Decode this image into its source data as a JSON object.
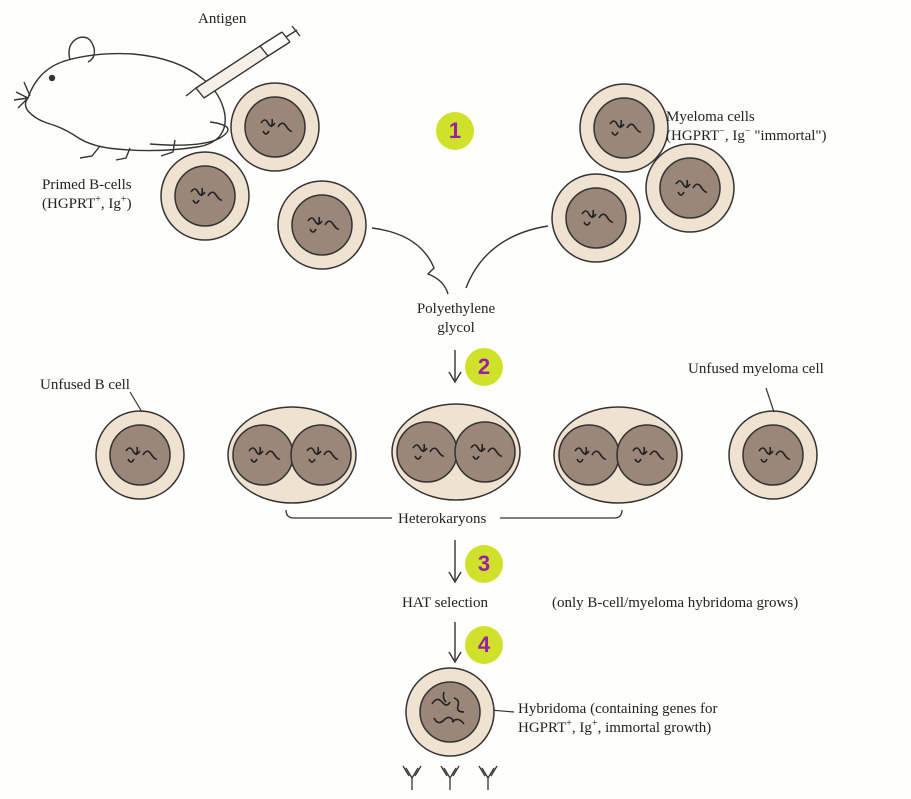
{
  "labels": {
    "antigen": "Antigen",
    "primed_b_cells_line1": "Primed B-cells",
    "primed_b_cells_line2_a": "(HGPRT",
    "primed_b_cells_sup1": "+",
    "primed_b_cells_line2_b": ", Ig",
    "primed_b_cells_sup2": "+",
    "primed_b_cells_line2_c": ")",
    "myeloma_line1": "Myeloma cells",
    "myeloma_line2_a": "(HGPRT",
    "myeloma_sup1": "−",
    "myeloma_line2_b": ", Ig",
    "myeloma_sup2": "−",
    "myeloma_line2_c": " \"immortal\")",
    "peg_line1": "Polyethylene",
    "peg_line2": "glycol",
    "unfused_b_cell": "Unfused B cell",
    "unfused_myeloma_cell": "Unfused myeloma cell",
    "heterokaryons": "Heterokaryons",
    "hat_selection": "HAT selection",
    "hat_note": "(only B-cell/myeloma hybridoma grows)",
    "hybridoma_line1": "Hybridoma (containing genes for",
    "hybridoma_line2_a": "HGPRT",
    "hybridoma_sup1": "+",
    "hybridoma_line2_b": ", Ig",
    "hybridoma_sup2": "+",
    "hybridoma_line2_c": ", immortal growth)"
  },
  "steps": [
    "1",
    "2",
    "3",
    "4"
  ],
  "colors": {
    "step_badge": "#cfe12a",
    "step_number": "#9b1fa3",
    "cytoplasm": "#f0e2d0",
    "nucleus": "#9a877a"
  }
}
